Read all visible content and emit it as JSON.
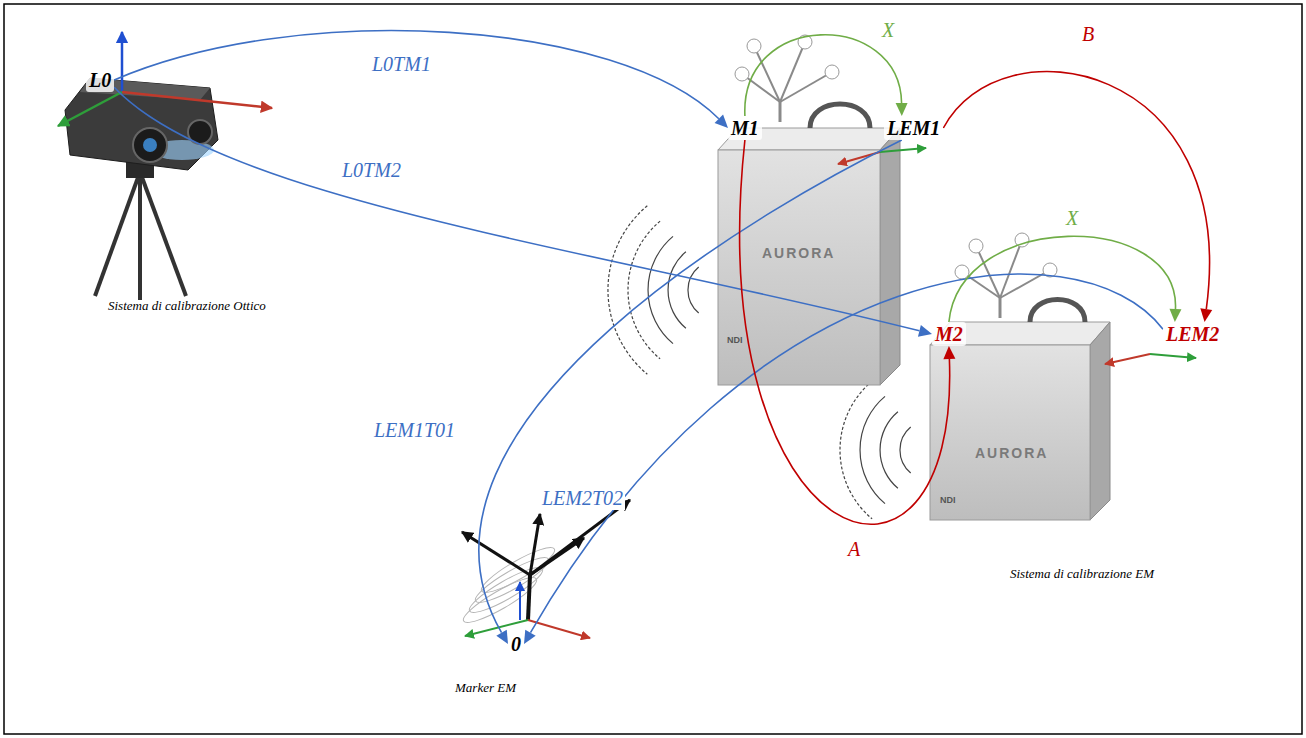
{
  "diagram": {
    "nodes": [
      {
        "text": [
          "L0"
        ]
      },
      {
        "text": [
          "M1"
        ]
      },
      {
        "text": [
          "LEM1"
        ]
      },
      {
        "text": [
          "M2"
        ]
      },
      {
        "text": [
          "LEM2"
        ]
      },
      {
        "text": [
          "0"
        ]
      }
    ],
    "edges": [
      {
        "from": 0,
        "to": 1,
        "arrow": "to",
        "label": "L0TM1"
      },
      {
        "from": 0,
        "to": 3,
        "arrow": "to",
        "label": "L0TM2"
      },
      {
        "from": 2,
        "to": 5,
        "arrow": "to",
        "label": "LEM1T01"
      },
      {
        "from": 4,
        "to": 5,
        "arrow": "to",
        "label": "LEM2T02"
      },
      {
        "from": 1,
        "to": 2,
        "arrow": "to",
        "label": "X"
      },
      {
        "from": 3,
        "to": 4,
        "arrow": "to",
        "label": "X"
      },
      {
        "from": 2,
        "to": 4,
        "arrow": "to",
        "label": "B"
      },
      {
        "from": 1,
        "to": 3,
        "arrow": "to",
        "label": "A"
      }
    ],
    "labels": [
      "Sistema di calibrazione Ottico",
      "AURORA",
      "NDI",
      "AURORA",
      "NDI",
      "Sistema di calibrazione EM",
      "Marker EM"
    ]
  }
}
